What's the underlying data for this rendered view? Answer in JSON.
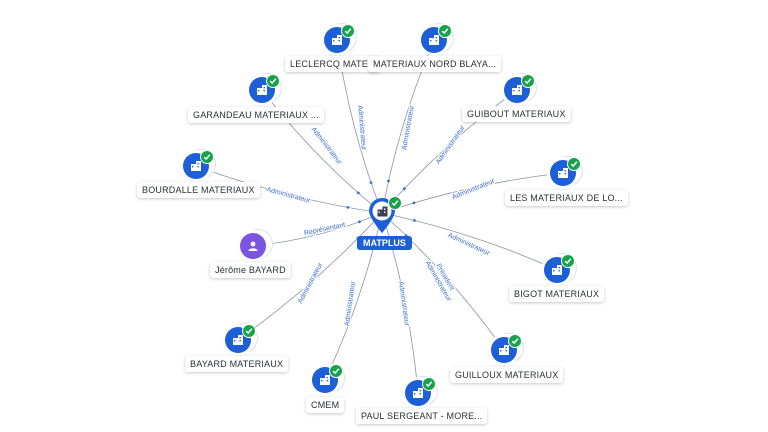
{
  "colors": {
    "company": "#1d5fd6",
    "person": "#7b55e0",
    "check": "#16a34a",
    "edge": "#8a93a6",
    "edge_label": "#3d6fd1",
    "center_badge": "#1d5fd6"
  },
  "icons": {
    "company": "building-icon",
    "person": "person-icon",
    "verified": "check-icon"
  },
  "center": {
    "name": "MATPLUS",
    "type": "company",
    "verified": true
  },
  "nodes": [
    {
      "id": "leclercq",
      "label": "LECLERCQ MATER",
      "type": "company",
      "verified": true,
      "relation": "Administrateur"
    },
    {
      "id": "nord-blaya",
      "label": "MATERIAUX NORD BLAYA...",
      "type": "company",
      "verified": true,
      "relation": "Administrateur"
    },
    {
      "id": "guibout",
      "label": "GUIBOUT MATERIAUX",
      "type": "company",
      "verified": true,
      "relation": "Administrateur"
    },
    {
      "id": "les-materiaux",
      "label": "LES MATERIAUX DE LO...",
      "type": "company",
      "verified": true,
      "relation": "Administrateur"
    },
    {
      "id": "bigot",
      "label": "BIGOT MATERIAUX",
      "type": "company",
      "verified": true,
      "relation": "Administrateur"
    },
    {
      "id": "guilloux",
      "label": "GUILLOUX MATERIAUX",
      "type": "company",
      "verified": true,
      "relation": "Président\nAdministrateur"
    },
    {
      "id": "paul-sergeant",
      "label": "PAUL SERGEANT - MORE...",
      "type": "company",
      "verified": true,
      "relation": "Administrateur"
    },
    {
      "id": "cmem",
      "label": "CMEM",
      "type": "company",
      "verified": true,
      "relation": "Administrateur"
    },
    {
      "id": "bayard",
      "label": "BAYARD MATERIAUX",
      "type": "company",
      "verified": true,
      "relation": "Administrateur"
    },
    {
      "id": "jerome",
      "label": "Jérôme BAYARD",
      "type": "person",
      "verified": false,
      "relation": "Représentant"
    },
    {
      "id": "bourdalle",
      "label": "BOURDALLE MATERIAUX",
      "type": "company",
      "verified": true,
      "relation": "Administrateur"
    },
    {
      "id": "garandeau",
      "label": "GARANDEAU MATERIAUX ...",
      "type": "company",
      "verified": true,
      "relation": "Administrateur"
    }
  ]
}
